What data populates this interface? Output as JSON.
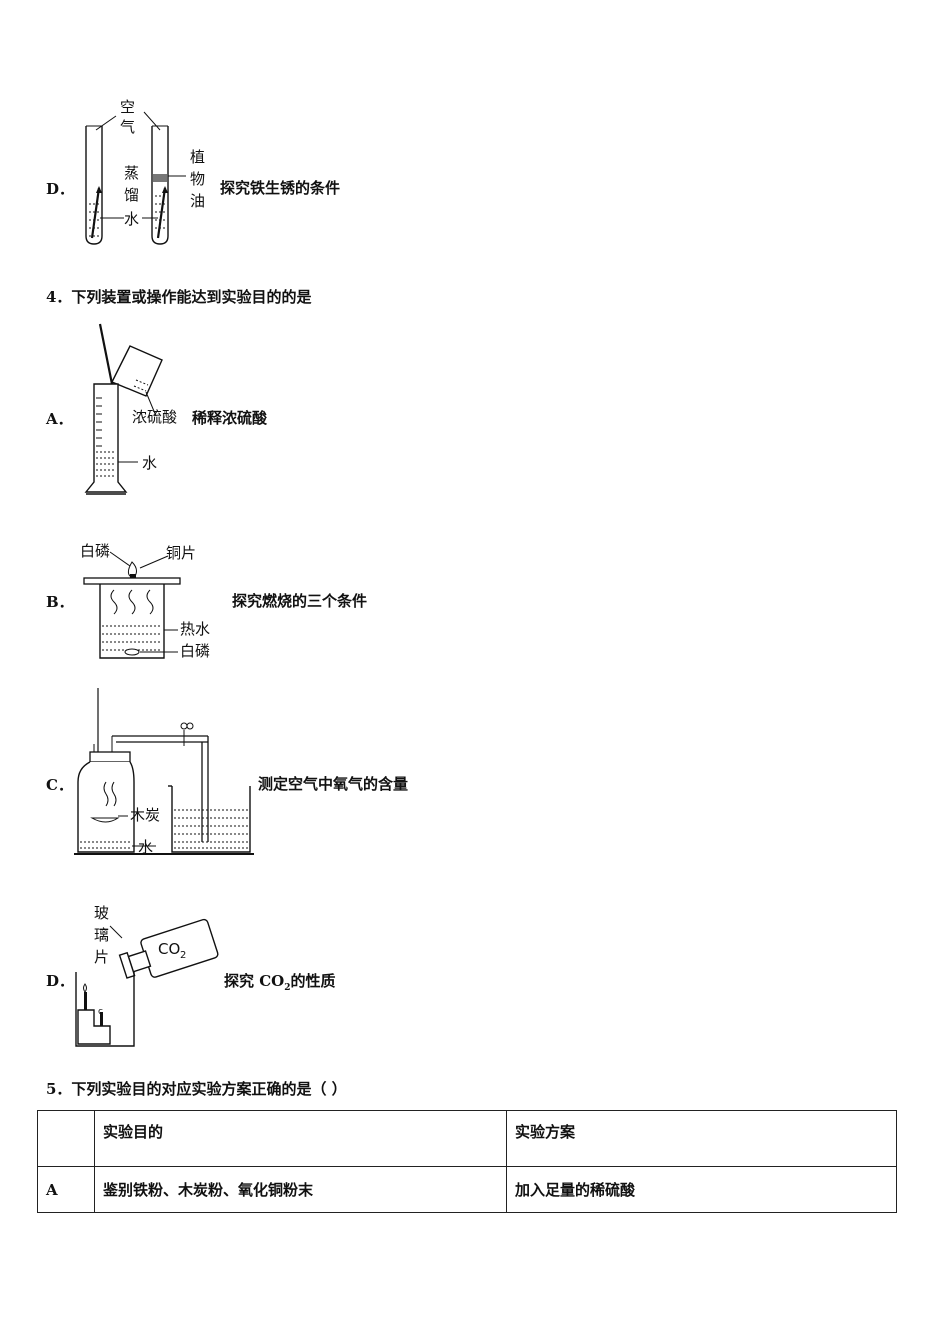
{
  "q3": {
    "option_d": {
      "letter": "D．",
      "caption": "探究铁生锈的条件",
      "labels": {
        "air_1": "空",
        "air_2": "气",
        "oil_1": "植",
        "oil_2": "物",
        "oil_3": "油",
        "water_1": "蒸",
        "water_2": "馏",
        "water_3": "水"
      }
    }
  },
  "q4": {
    "stem": "4．下列装置或操作能达到实验目的的是",
    "options": [
      {
        "letter": "A．",
        "caption": "稀释浓硫酸",
        "labels": [
          "浓硫酸",
          "水"
        ]
      },
      {
        "letter": "B．",
        "caption": "探究燃烧的三个条件",
        "labels": [
          "白磷",
          "铜片",
          "热水",
          "白磷"
        ]
      },
      {
        "letter": "C．",
        "caption": "测定空气中氧气的含量",
        "labels": [
          "木炭",
          "水"
        ]
      },
      {
        "letter": "D．",
        "caption_pre": "探究 CO",
        "caption_sub": "2",
        "caption_post": "的性质",
        "labels": [
          "玻",
          "璃",
          "片",
          "CO",
          "2"
        ]
      }
    ]
  },
  "q5": {
    "stem": "5．下列实验目的对应实验方案正确的是（ ）",
    "table": {
      "headers": [
        "",
        "实验目的",
        "实验方案"
      ],
      "rows": [
        [
          "A",
          "鉴别铁粉、木炭粉、氧化铜粉末",
          "加入足量的稀硫酸"
        ]
      ]
    }
  }
}
